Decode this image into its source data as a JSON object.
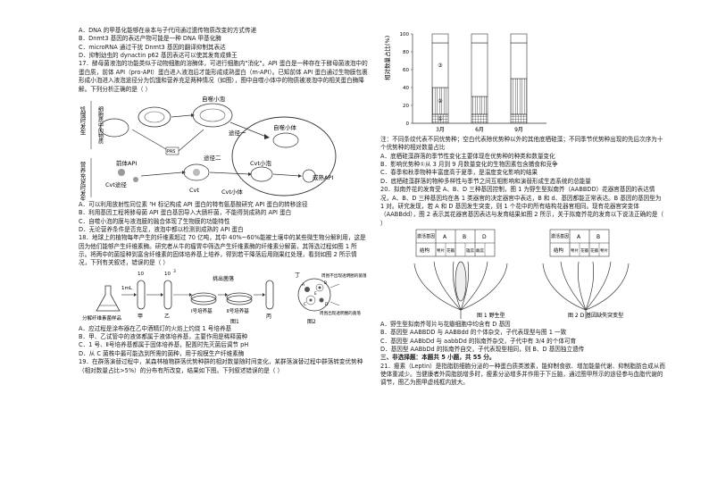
{
  "left": {
    "q16_options": [
      "A．DNA 的甲基化能够在亲本与子代间通过遗传物质改变的方式传递",
      "B．Dnmt3 基因的表达产物可能是一种 DNA 甲基化酶",
      "C．microRNA 通过干扰 Dnmt3 基因的翻译抑制其表达",
      "D．抑制幼虫的 dynactin p62 基因表达可以使其发育成蜂王"
    ],
    "q17_stem": "17．酵母菌液泡的功能类似于动物细胞的溶酶体，可进行细胞内\"消化\"。API 蛋白是一种存在于酵母菌液泡中的蛋白质，前体 API（pro-API）蛋白进入液泡后才能形成成熟蛋白（m-API）。已知前体 API 蛋白通过生物膜包裹形成小泡进入液泡途径分为饥饿和营养充足两种情况（如图），图中自噬小体中的物质被液泡中的相关蛋白酶降解。下列分析正确的是（    ）",
    "q17_fig": {
      "label_hunger": "饥饿时发生",
      "label_nutrient": "营养充足时发生",
      "cell_title": "自噬小泡",
      "autophagy_body": "自噬小体",
      "pathway1": "途径一",
      "pathway2": "途径二",
      "pathway2b": "Cvt途径",
      "engulf": "细胞质中的物质",
      "precursor": "前体API",
      "cvt": "Cvt",
      "cvt_vesicle": "Cvt小泡",
      "cvt_body": "Cvt小体",
      "mature": "成熟API",
      "pas": "PAS"
    },
    "q17_options": [
      "A．可以利用放射性同位素 ³H 标记构成 API 蛋白的特有氨基酸研究 API 蛋白的转移途径",
      "B．利用基因工程将酵母菌 API 蛋白基因导入大肠杆菌，不能得到成熟的 API 蛋白",
      "C．自噬小泡的膜与液泡膜的融合体现了生物膜的功能特性",
      "D．无论营养条件是否充足，液泡中都以检测到成熟的 API 蛋白"
    ],
    "q18_stem": "18．地球上的植物每年产生的纤维素超过 70 亿吨，其中 40%~60%能被土壤中的某些微生物分解利用，这是因为他们能够产生纤维素酶。研究者从牛的瘤胃中筛选产生纤维素酶的纤维素分解菌，其筛选过程如图 1 所示。将两中的菌接种到富含纤维素的固体培养基上培养，得到若干降落后用刚果红处理，看到如图 2 所示情况，下列有关叙述，错误的是（    ）",
    "q18_fig": {
      "sample": "分解纤维素菌样品",
      "jia": "甲",
      "yi": "乙",
      "bing": "丙",
      "ding": "丁",
      "dilute1": "10",
      "dilute2": "10",
      "exp": "3",
      "one_ml": "1mL",
      "pick": "挑出菌落",
      "medium1": "Ⅰ号培养基",
      "medium2": "Ⅱ号培养基",
      "zone_clear": "周围不出现透明圈的菌落",
      "zone_has": "周围出现透明圈的菌落",
      "caption1": "图1",
      "caption2": "图2",
      "plate_labels": [
        "A",
        "B",
        "C",
        "D",
        "E"
      ]
    },
    "q18_options": [
      "A．应过程是涂布器在乙中酒精灯的火焰上灼烧 1 号培养基",
      "B．甲、乙试管中的液体都属于液体培养基，主要作用是稀释菌种",
      "C．1 号、Ⅱ号培养基都属于固体培养基，配置时先灭菌后调节 pH",
      "D．从 C 菌株中最可能选到所需的菌种，用于规模生产纤维素酶"
    ],
    "q19_stem": "19．在群落演替过程中，某森林植物群落优势种群的相对数量随时间变化，某群落演替过程中群落转变优势种（相对数量占比>5%）的分布有所改变，结果如下图。下列叙述错误的是（    ）"
  },
  "right": {
    "chart_data": {
      "type": "bar",
      "categories": [
        "3月",
        "6月",
        "9月"
      ],
      "ylabel": "相对数量占比(%)",
      "ylim": [
        0,
        100
      ],
      "yticks": [
        0,
        20,
        40,
        60,
        80,
        100
      ],
      "series": [
        {
          "values": [
            10,
            10,
            10
          ]
        },
        {
          "values": [
            30,
            20,
            40
          ]
        },
        {
          "values": [
            50,
            60,
            40
          ]
        }
      ],
      "segment_labels": [
        "①",
        "②",
        "③"
      ]
    },
    "chart_note": "注：不同条纹代表不同优势种；空白代表除优势种以外的其他底栖硅藻；不同季节优势种出现的先后次序为十个优势种的相对数量占比",
    "q19_options": [
      "A．底栖硅藻群落的季节性变化主要体现在优势种的种类和数量变化",
      "B．影响优势种①从 3 月到 9 月数量变化的生物因素包含捕食和竞争",
      "C．春季和秋季物种丰富度高于夏季，是温度变化影响的结果",
      "D．底栖硅藻群落的物种多样性与季节之间互相影响和演替形成生态系统的总能量"
    ],
    "q20_stem": "20．拟南芥花的发育受 A、B、D 三种基因控制，图 1 为野生型拟南芥（AABBDD）花器官基因的表达情况，A、B、D 三种基因均在各 1 类器官的决定器官中表达，B 和 d、基因都能正常表达。B 基因的基因型为 1 对。研究发现，若 A 和 D 基因发生突变，则 1 个花中的所有结构花器官相同。现有花器官突变体（AABBdd），图 2 表示其花器官基因表达与发育结果如图 2 所示，关于拟南芥花的发育以下说法正确的是（    ）",
    "q20_fig": {
      "wt_header_row": [
        "激活基因",
        "A",
        "B",
        "D"
      ],
      "wt_organ_row": [
        "结构",
        "萼片",
        "花瓣",
        "雄蕊",
        "雌蕊"
      ],
      "mut_header_row": [
        "激活基因",
        "A",
        "B"
      ],
      "mut_organ_row": [
        "结构",
        "萼片",
        "花瓣",
        "花瓣",
        "萼片"
      ],
      "caption_wt": "图 1 野生型",
      "caption_mut": "图 2 D 基因缺失突变型"
    },
    "q20_options": [
      "A．野生型拟南芥萼片与花瓣细胞中均含有 D 基因",
      "B．基因型 AABBDD 与 AABBdd 的个体杂交，子代表现型与图 1 一致",
      "C．基因型 AABbDd 与 aabbDd 的拟南芥杂交，子代中有 3/4 的个体可育",
      "D．基因型 AABbDd 的拟南芥自交，子代表现型相同，则 B、D 基因独立遗传"
    ],
    "section3": "三、非选择题：本题共 5 小题，共 55 分。",
    "q21_stem": "21．瘦素（Leptin）是指脂肪细胞分泌的一种蛋白质类激素，能抑制食欲、增加能量代谢、抑制脂肪合成从而使体重减少。当健康者外周脂肪增多时，瘦素分泌增多并作用于下丘脑，通过图甲所示的途径参与血脂代谢的调节，图乙为图甲虚线框内放大。"
  }
}
